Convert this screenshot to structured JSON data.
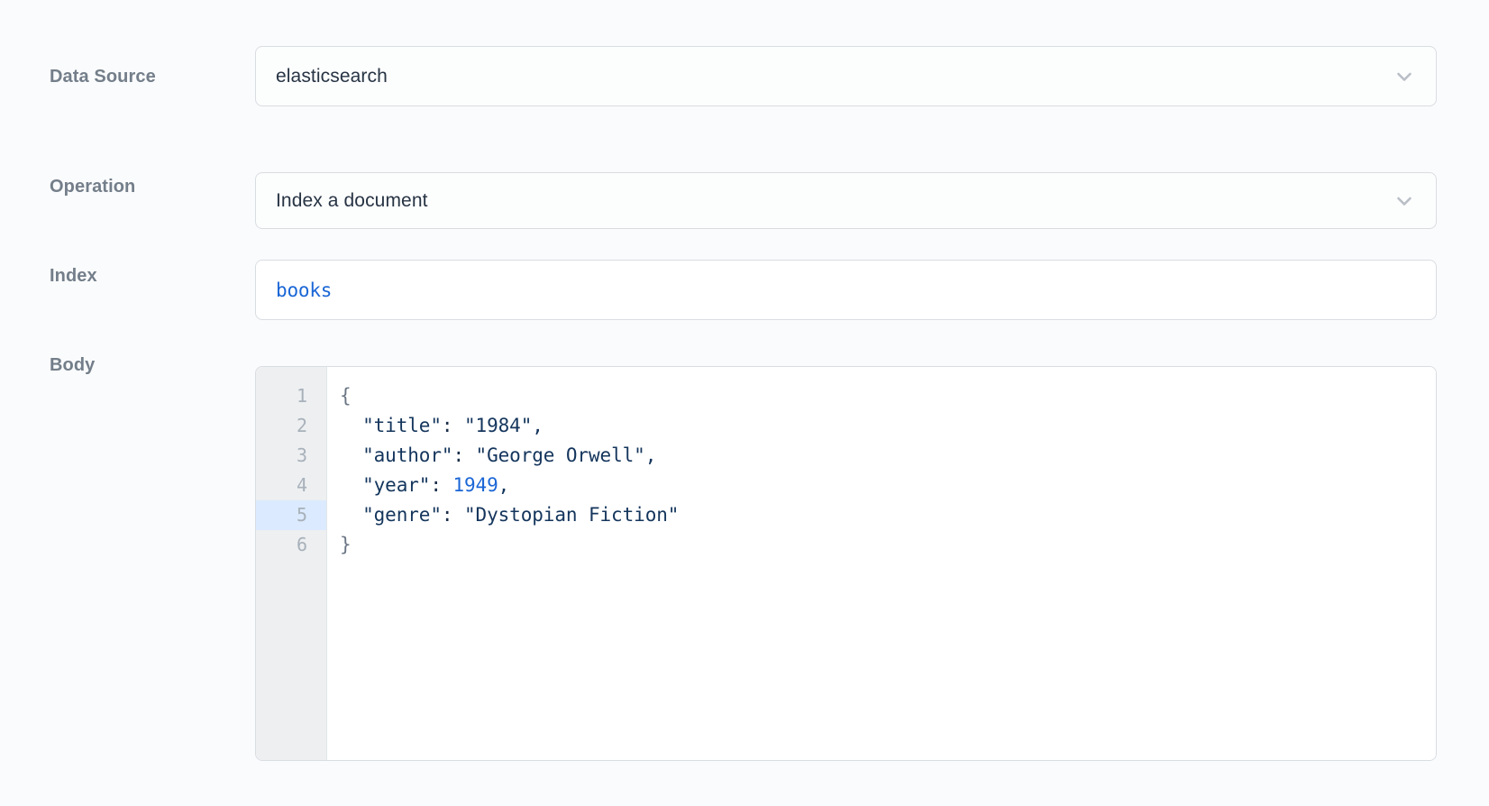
{
  "form": {
    "fields": [
      {
        "key": "data_source",
        "label": "Data Source",
        "type": "select",
        "value": "elasticsearch",
        "icon": "chevron-down-icon"
      },
      {
        "key": "operation",
        "label": "Operation",
        "type": "select",
        "value": "Index a document",
        "icon": "chevron-down-icon"
      },
      {
        "key": "index",
        "label": "Index",
        "type": "text",
        "value": "books"
      },
      {
        "key": "body",
        "label": "Body",
        "type": "code-editor"
      }
    ]
  },
  "editor": {
    "language": "json",
    "active_line": 5,
    "line_numbers": [
      "1",
      "2",
      "3",
      "4",
      "5",
      "6"
    ],
    "lines": [
      {
        "n": "1",
        "tokens": [
          {
            "t": "{",
            "c": "punct"
          }
        ]
      },
      {
        "n": "2",
        "tokens": [
          {
            "t": "  ",
            "c": "plain"
          },
          {
            "t": "\"title\"",
            "c": "key"
          },
          {
            "t": ":",
            "c": "colon"
          },
          {
            "t": " ",
            "c": "plain"
          },
          {
            "t": "\"1984\"",
            "c": "string"
          },
          {
            "t": ",",
            "c": "comma"
          }
        ]
      },
      {
        "n": "3",
        "tokens": [
          {
            "t": "  ",
            "c": "plain"
          },
          {
            "t": "\"author\"",
            "c": "key"
          },
          {
            "t": ":",
            "c": "colon"
          },
          {
            "t": " ",
            "c": "plain"
          },
          {
            "t": "\"George Orwell\"",
            "c": "string"
          },
          {
            "t": ",",
            "c": "comma"
          }
        ]
      },
      {
        "n": "4",
        "tokens": [
          {
            "t": "  ",
            "c": "plain"
          },
          {
            "t": "\"year\"",
            "c": "key"
          },
          {
            "t": ":",
            "c": "colon"
          },
          {
            "t": " ",
            "c": "plain"
          },
          {
            "t": "1949",
            "c": "number"
          },
          {
            "t": ",",
            "c": "comma"
          }
        ]
      },
      {
        "n": "5",
        "tokens": [
          {
            "t": "  ",
            "c": "plain"
          },
          {
            "t": "\"genre\"",
            "c": "key"
          },
          {
            "t": ":",
            "c": "colon"
          },
          {
            "t": " ",
            "c": "plain"
          },
          {
            "t": "\"Dystopian Fiction\"",
            "c": "string"
          }
        ]
      },
      {
        "n": "6",
        "tokens": [
          {
            "t": "}",
            "c": "punct"
          }
        ]
      }
    ],
    "plain_text": "{\n  \"title\": \"1984\",\n  \"author\": \"George Orwell\",\n  \"year\": 1949,\n  \"genre\": \"Dystopian Fiction\"\n}"
  },
  "colors": {
    "page_background": "#fafbfc",
    "label_text": "#737e8a",
    "control_border": "#d9dde2",
    "control_background": "#fcfdfd",
    "value_text": "#273444",
    "accent_blue": "#1a66d6",
    "code_text": "#14355c",
    "gutter_background": "#edeff1",
    "gutter_number": "#a8b1ba",
    "active_line_highlight": "#dbeafe",
    "chevron": "#b9bfc6"
  }
}
